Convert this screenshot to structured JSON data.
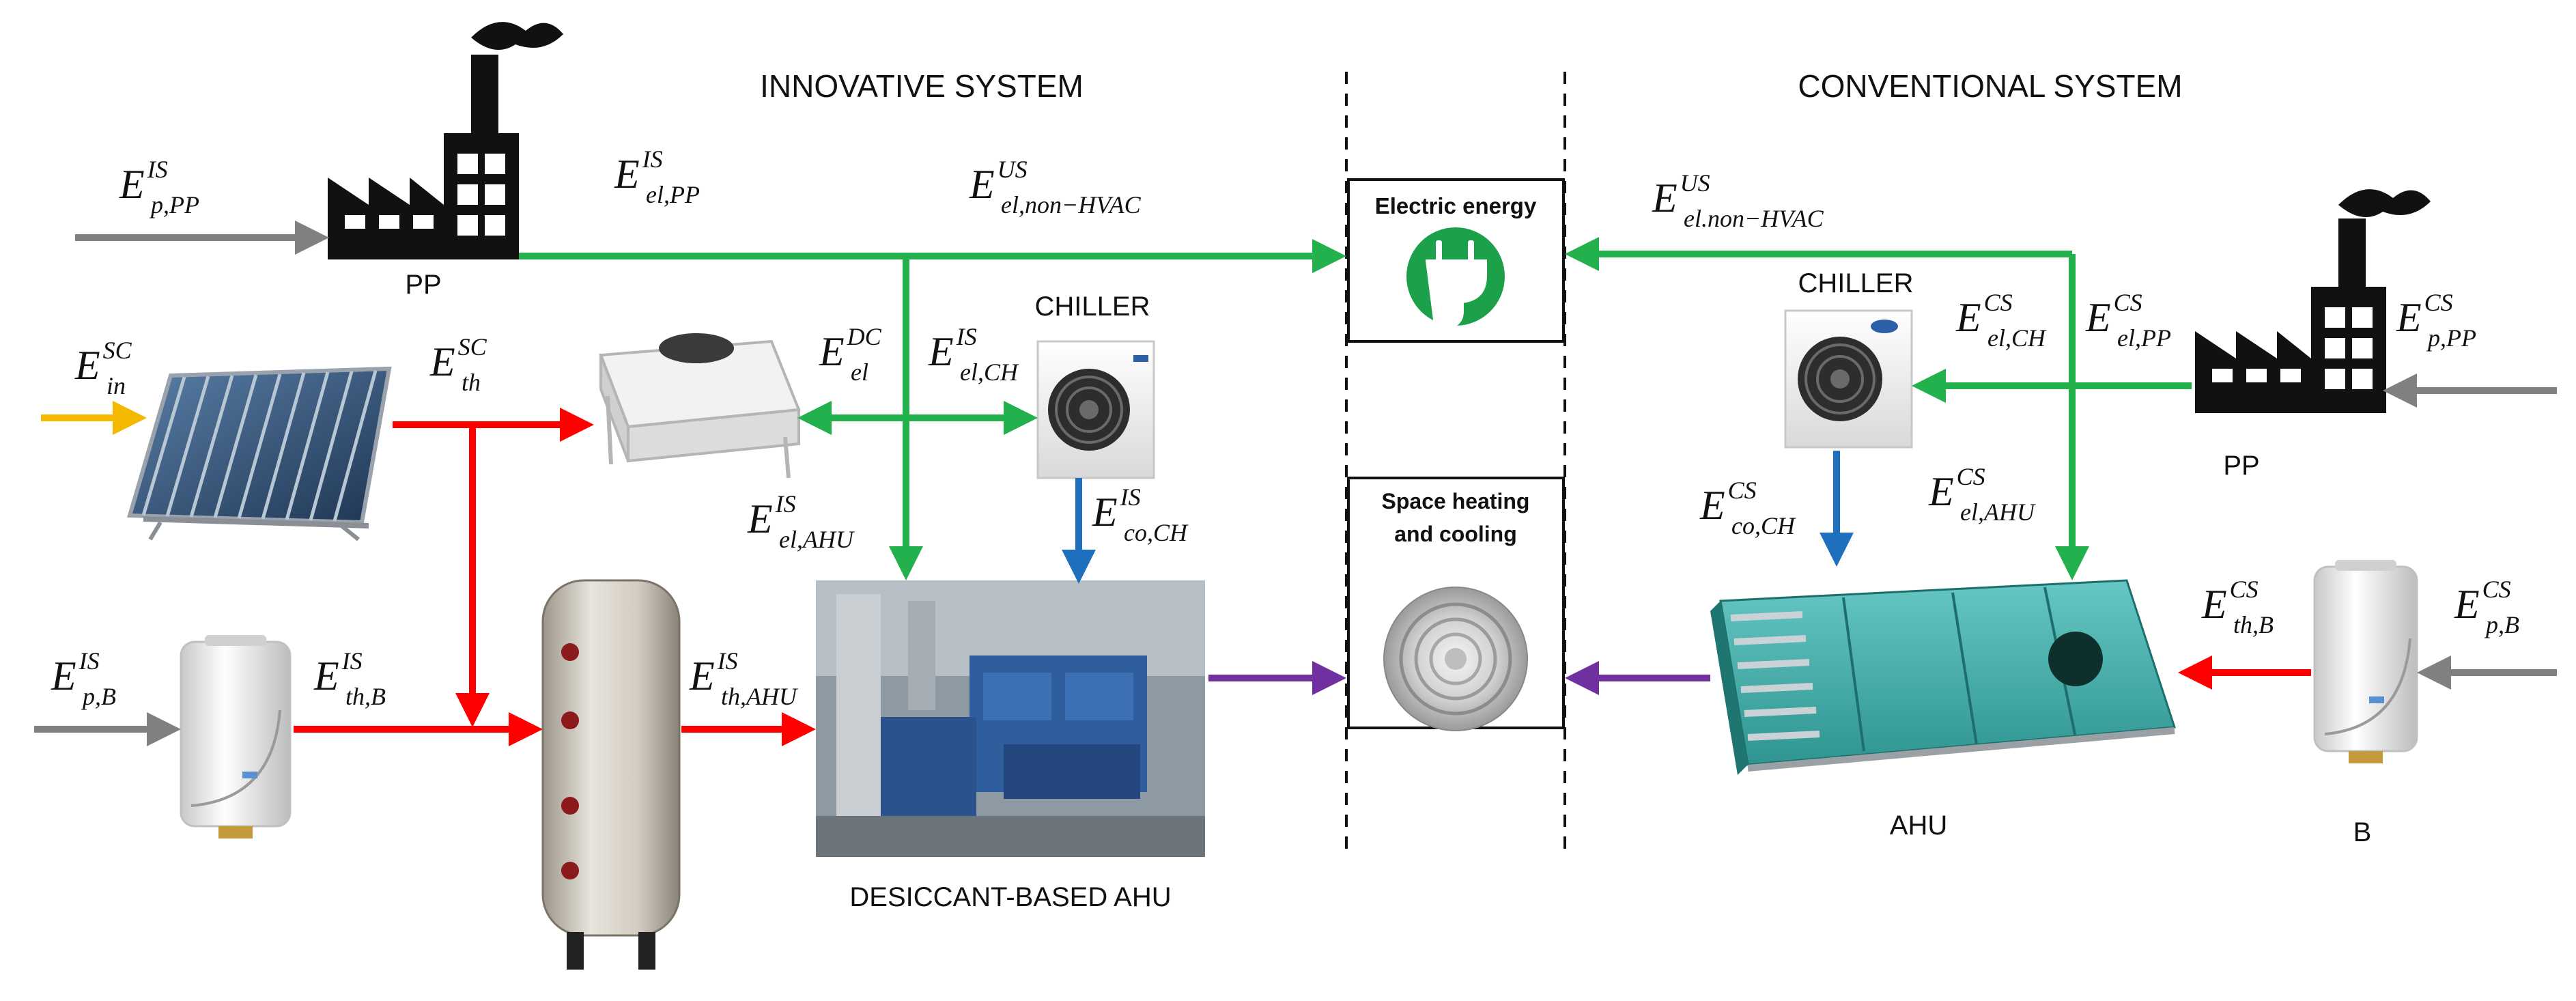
{
  "headings": {
    "innovative": "INNOVATIVE SYSTEM",
    "conventional": "CONVENTIONAL SYSTEM"
  },
  "components": {
    "pp_left": "PP",
    "pp_right": "PP",
    "chiller_left": "CHILLER",
    "chiller_right": "CHILLER",
    "desiccant_ahu": "DESICCANT-BASED AHU",
    "ahu": "AHU",
    "boiler_right": "B"
  },
  "boxes": {
    "electric": "Electric energy",
    "space_line1": "Space heating",
    "space_line2": "and cooling"
  },
  "energy_labels": {
    "Ep_PP_IS": {
      "base": "E",
      "sup": "IS",
      "sub": "p,PP"
    },
    "Eel_PP_IS": {
      "base": "E",
      "sup": "IS",
      "sub": "el,PP"
    },
    "Eel_nonHVAC_US_left": {
      "base": "E",
      "sup": "US",
      "sub": "el,non−HVAC"
    },
    "Ein_SC": {
      "base": "E",
      "sup": "SC",
      "sub": "in"
    },
    "Eth_SC": {
      "base": "E",
      "sup": "SC",
      "sub": "th"
    },
    "Eel_DC": {
      "base": "E",
      "sup": "DC",
      "sub": "el"
    },
    "Eel_CH_IS": {
      "base": "E",
      "sup": "IS",
      "sub": "el,CH"
    },
    "Eel_AHU_IS": {
      "base": "E",
      "sup": "IS",
      "sub": "el,AHU"
    },
    "Eco_CH_IS": {
      "base": "E",
      "sup": "IS",
      "sub": "co,CH"
    },
    "Ep_B_IS": {
      "base": "E",
      "sup": "IS",
      "sub": "p,B"
    },
    "Eth_B_IS": {
      "base": "E",
      "sup": "IS",
      "sub": "th,B"
    },
    "Eth_AHU_IS": {
      "base": "E",
      "sup": "IS",
      "sub": "th,AHU"
    },
    "Eel_nonHVAC_US_right": {
      "base": "E",
      "sup": "US",
      "sub": "el.non−HVAC"
    },
    "Eel_CH_CS": {
      "base": "E",
      "sup": "CS",
      "sub": "el,CH"
    },
    "Eel_PP_CS": {
      "base": "E",
      "sup": "CS",
      "sub": "el,PP"
    },
    "Ep_PP_CS": {
      "base": "E",
      "sup": "CS",
      "sub": "p,PP"
    },
    "Eco_CH_CS": {
      "base": "E",
      "sup": "CS",
      "sub": "co,CH"
    },
    "Eel_AHU_CS": {
      "base": "E",
      "sup": "CS",
      "sub": "el,AHU"
    },
    "Eth_B_CS": {
      "base": "E",
      "sup": "CS",
      "sub": "th,B"
    },
    "Ep_B_CS": {
      "base": "E",
      "sup": "CS",
      "sub": "p,B"
    }
  },
  "colors": {
    "electric": "#22b14c",
    "thermal": "#ff0000",
    "cooling": "#1f6fbf",
    "primary": "#808080",
    "solar": "#f5b800",
    "service": "#7030a0"
  }
}
